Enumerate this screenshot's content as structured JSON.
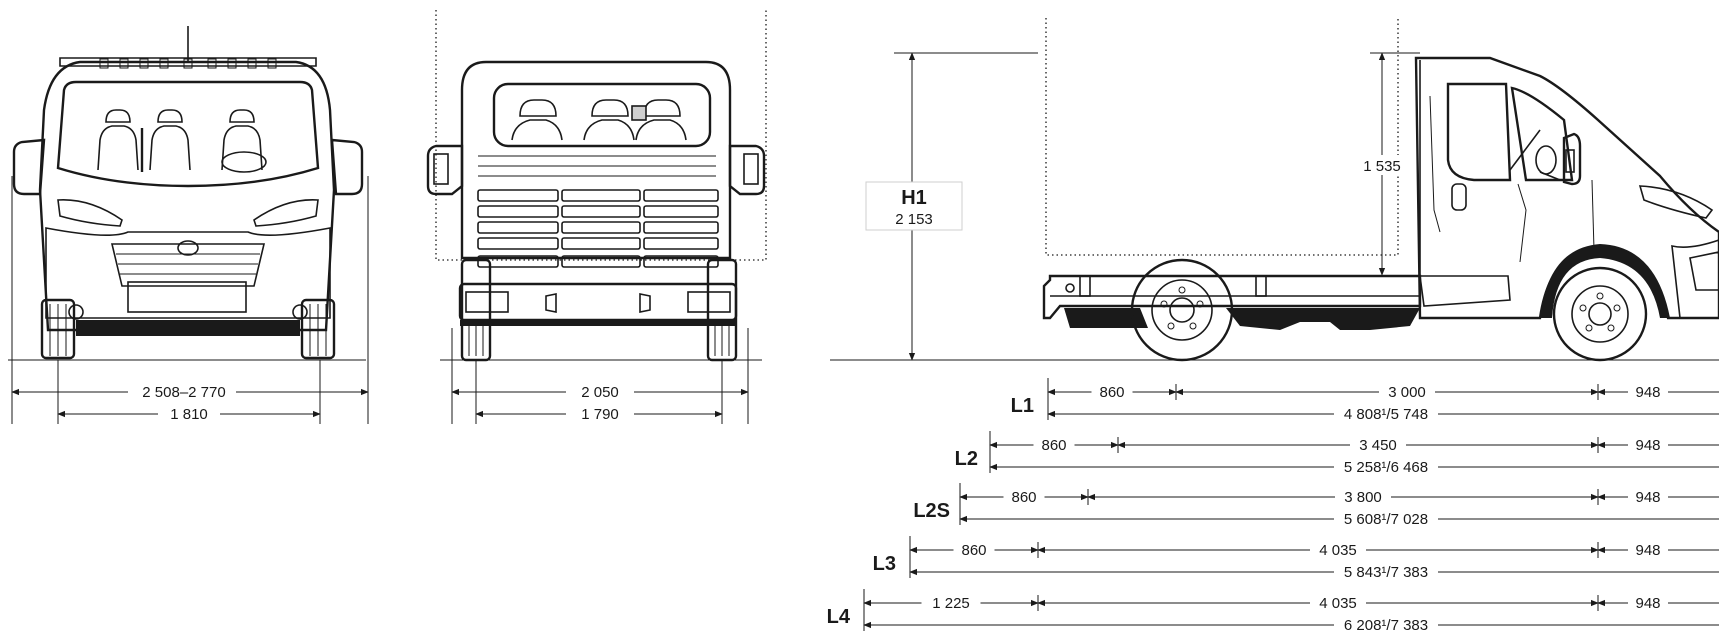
{
  "front_view": {
    "width_overall": "2 508–2 770",
    "track": "1 810"
  },
  "rear_view": {
    "width": "2 050",
    "track": "1 790"
  },
  "height": {
    "label": "H1",
    "value": "2 153",
    "body_height": "1 535"
  },
  "length_rows": [
    {
      "label": "L1",
      "front_overhang": "860",
      "wheelbase": "3 000",
      "rear_overhang": "948",
      "total": "4 808¹/5 748"
    },
    {
      "label": "L2",
      "front_overhang": "860",
      "wheelbase": "3 450",
      "rear_overhang": "948",
      "total": "5 258¹/6 468"
    },
    {
      "label": "L2S",
      "front_overhang": "860",
      "wheelbase": "3 800",
      "rear_overhang": "948",
      "total": "5 608¹/7 028"
    },
    {
      "label": "L3",
      "front_overhang": "860",
      "wheelbase": "4 035",
      "rear_overhang": "948",
      "total": "5 843¹/7 383"
    },
    {
      "label": "L4",
      "front_overhang": "1 225",
      "wheelbase": "4 035",
      "rear_overhang": "948",
      "total": "6 208¹/7 383"
    }
  ]
}
